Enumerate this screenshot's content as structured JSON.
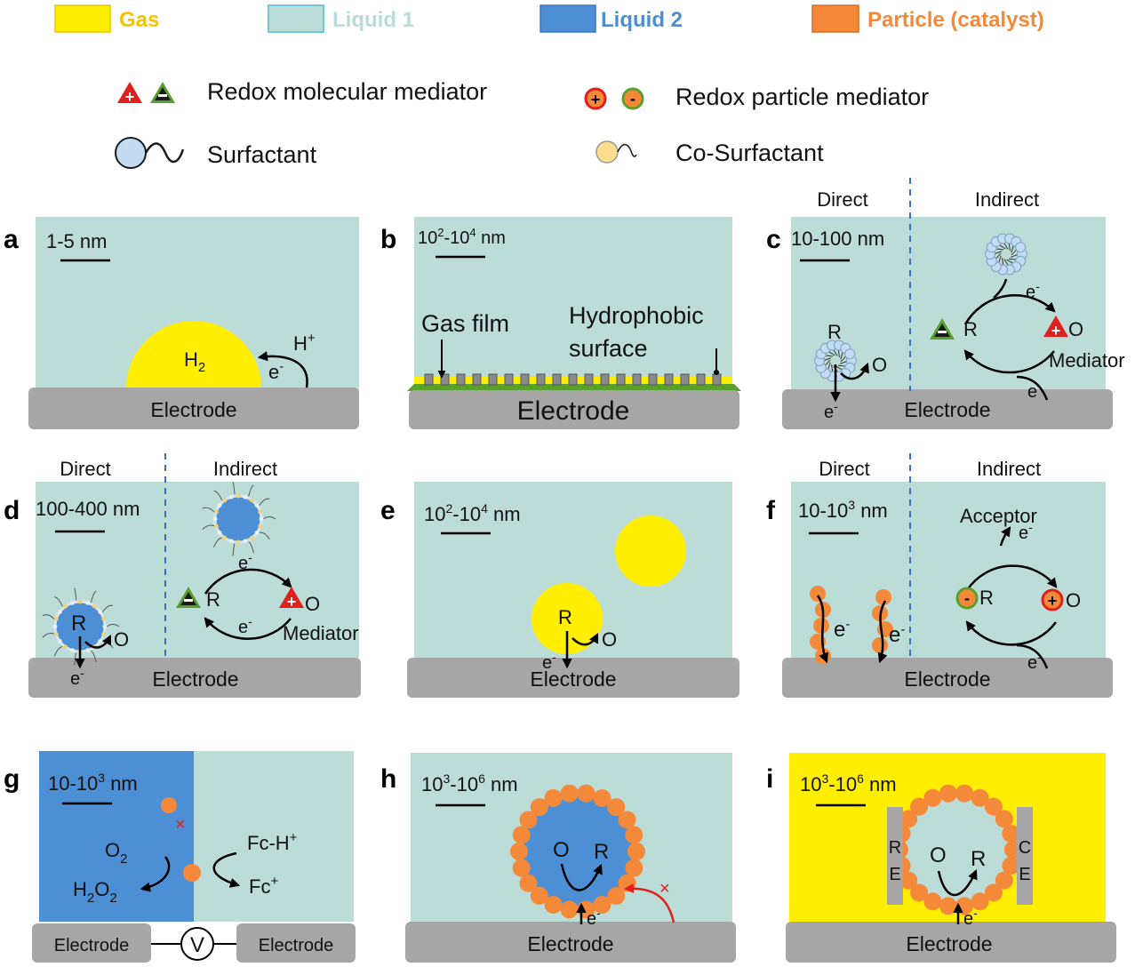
{
  "legend": {
    "gas": "Gas",
    "liquid1": "Liquid 1",
    "liquid2": "Liquid 2",
    "particle": "Particle (catalyst)",
    "redox_molecular": "Redox molecular mediator",
    "redox_particle": "Redox particle mediator",
    "surfactant": "Surfactant",
    "co_surfactant": "Co-Surfactant"
  },
  "colors": {
    "gas": "#ffee00",
    "liquid1": "#bcdcd8",
    "liquid2": "#4d8fd4",
    "particle": "#f5893a",
    "electrode": "#a6a6a6",
    "liquid1_text": "#bcdcd8",
    "liquid2_text": "#4d8fd4",
    "particle_text": "#f5893a",
    "gas_text": "#f5c400"
  },
  "common": {
    "electrode": "Electrode",
    "direct": "Direct",
    "indirect": "Indirect",
    "mediator": "Mediator",
    "R": "R",
    "O": "O",
    "e": "e",
    "minus": "-",
    "plus": "+",
    "cross": "×",
    "V": "V"
  },
  "panels": {
    "a": {
      "label": "a",
      "scale": "1-5 nm",
      "h2": "H",
      "h2_sub": "2",
      "hplus": "H"
    },
    "b": {
      "label": "b",
      "scale_base1": "10",
      "scale_exp1": "2",
      "scale_dash": "-10",
      "scale_exp2": "4",
      "scale_unit": " nm",
      "gas_film": "Gas film",
      "hydro1": "Hydrophobic",
      "hydro2": "surface"
    },
    "c": {
      "label": "c",
      "scale": "10-100 nm"
    },
    "d": {
      "label": "d",
      "scale": "100-400 nm"
    },
    "e": {
      "label": "e",
      "scale_base1": "10",
      "scale_exp1": "2",
      "scale_dash": "-10",
      "scale_exp2": "4",
      "scale_unit": " nm"
    },
    "f": {
      "label": "f",
      "scale_base": "10-10",
      "scale_exp": "3",
      "scale_unit": " nm",
      "acceptor": "Acceptor"
    },
    "g": {
      "label": "g",
      "scale_base": "10-10",
      "scale_exp": "3",
      "scale_unit": " nm",
      "o2": "O",
      "o2_sub": "2",
      "h2o2_a": "H",
      "h2o2_sub1": "2",
      "h2o2_b": "O",
      "h2o2_sub2": "2",
      "fch": "Fc-H",
      "fc": "Fc"
    },
    "h": {
      "label": "h",
      "scale_base1": "10",
      "scale_exp1": "3",
      "scale_dash": "-10",
      "scale_exp2": "6",
      "scale_unit": " nm"
    },
    "i": {
      "label": "i",
      "scale_base1": "10",
      "scale_exp1": "3",
      "scale_dash": "-10",
      "scale_exp2": "6",
      "scale_unit": " nm",
      "re1": "R",
      "re2": "E",
      "ce1": "C",
      "ce2": "E"
    }
  }
}
